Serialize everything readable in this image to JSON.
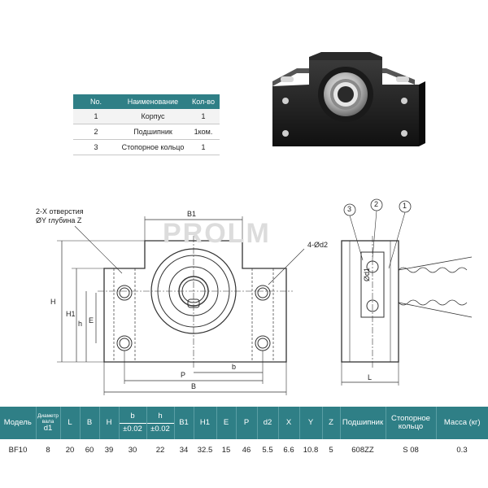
{
  "parts_table": {
    "headers": [
      "No.",
      "Наименование",
      "Кол-во"
    ],
    "rows": [
      {
        "no": "1",
        "name": "Корпус",
        "qty": "1"
      },
      {
        "no": "2",
        "name": "Подшипник",
        "qty": "1ком."
      },
      {
        "no": "3",
        "name": "Стопорное кольцо",
        "qty": "1"
      }
    ]
  },
  "drawing": {
    "watermark": "PROLM",
    "holes_note_line1": "2-X отверстия",
    "holes_note_line2": "ØY глубина Z",
    "mount_holes": "4-Ød2",
    "dims": {
      "B1": "B1",
      "H": "H",
      "H1": "H1",
      "h": "h",
      "E": "E",
      "P": "P",
      "b": "b",
      "B": "B",
      "d1": "Ød1",
      "L": "L"
    },
    "callouts": [
      "3",
      "2",
      "1"
    ]
  },
  "spec_table": {
    "headers": {
      "model": "Модель",
      "shaft_top": "Диаметр вала",
      "shaft": "d1",
      "L": "L",
      "B": "B",
      "H": "H",
      "b": "b",
      "b_tol": "±0.02",
      "h": "h",
      "h_tol": "±0.02",
      "B1": "B1",
      "H1": "H1",
      "E": "E",
      "P": "P",
      "d2": "d2",
      "X": "X",
      "Y": "Y",
      "Z": "Z",
      "bearing": "Подшипник",
      "ring": "Стопорное кольцо",
      "mass": "Масса (кг)"
    },
    "row": {
      "model": "BF10",
      "d1": "8",
      "L": "20",
      "B": "60",
      "H": "39",
      "b": "30",
      "h": "22",
      "B1": "34",
      "H1": "32.5",
      "E": "15",
      "P": "46",
      "d2": "5.5",
      "X": "6.6",
      "Y": "10.8",
      "Z": "5",
      "bearing": "608ZZ",
      "ring": "S 08",
      "mass": "0.3"
    }
  }
}
